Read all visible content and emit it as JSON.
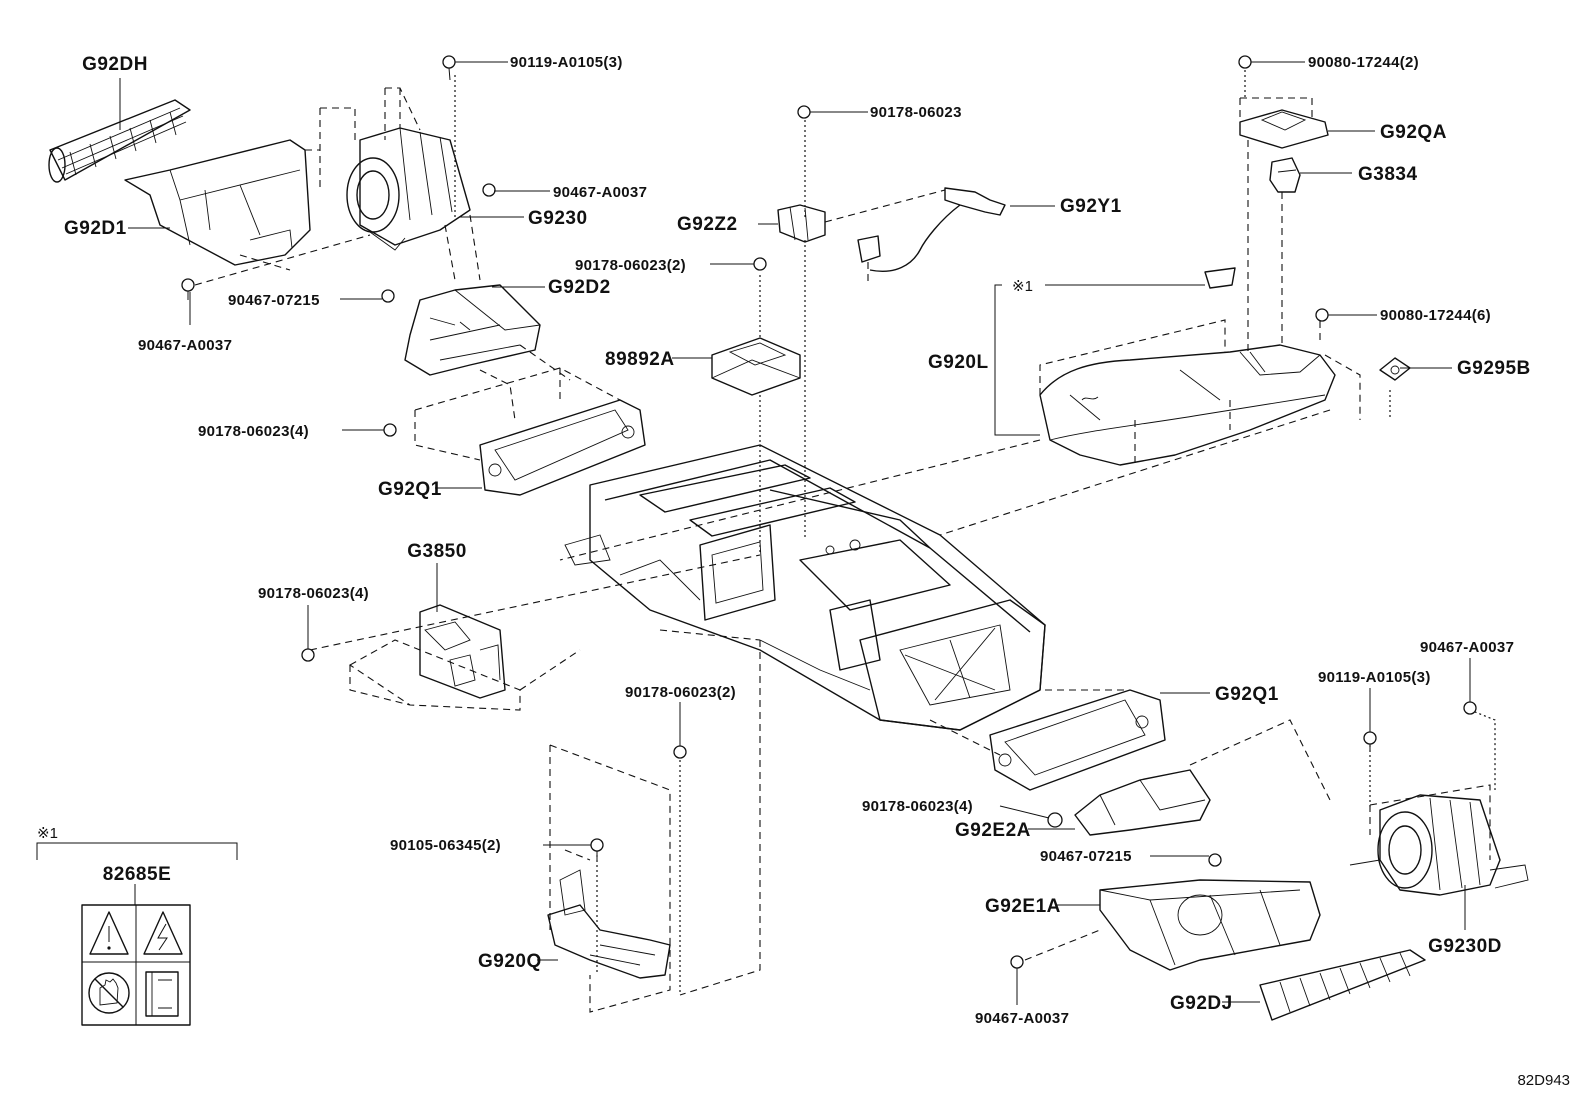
{
  "diagram": {
    "reference_code": "82D943",
    "note_marker": "※1",
    "callouts": {
      "g92dh": "G92DH",
      "g92d1": "G92D1",
      "b90119_a0105_3_top": "90119-A0105(3)",
      "b90467_a0037_top": "90467-A0037",
      "g9230": "G9230",
      "b90467_a0037_left": "90467-A0037",
      "b90467_07215_left": "90467-07215",
      "g92d2": "G92D2",
      "b90178_06023_top": "90178-06023",
      "g92z2": "G92Z2",
      "g92y1": "G92Y1",
      "b90178_06023_2_mid": "90178-06023(2)",
      "p89892a": "89892A",
      "b90178_06023_4_left": "90178-06023(4)",
      "g92q1_left": "G92Q1",
      "g3850": "G3850",
      "b90178_06023_4_g3850": "90178-06023(4)",
      "b90080_17244_2": "90080-17244(2)",
      "g92qa": "G92QA",
      "g3834": "G3834",
      "note_ref": "※1",
      "g920l": "G920L",
      "b90080_17244_6": "90080-17244(6)",
      "g9295b": "G9295B",
      "b90178_06023_2_low": "90178-06023(2)",
      "g92q1_right": "G92Q1",
      "b90467_a0037_right": "90467-A0037",
      "b90119_a0105_3_right": "90119-A0105(3)",
      "b90178_06023_4_right": "90178-06023(4)",
      "g92e2a": "G92E2A",
      "b90467_07215_right": "90467-07215",
      "b90105_06345_2": "90105-06345(2)",
      "g92e1a": "G92E1A",
      "g9230d": "G9230D",
      "g920q": "G920Q",
      "g92dj": "G92DJ",
      "b90467_a0037_bottom": "90467-A0037",
      "p82685e": "82685E"
    }
  }
}
